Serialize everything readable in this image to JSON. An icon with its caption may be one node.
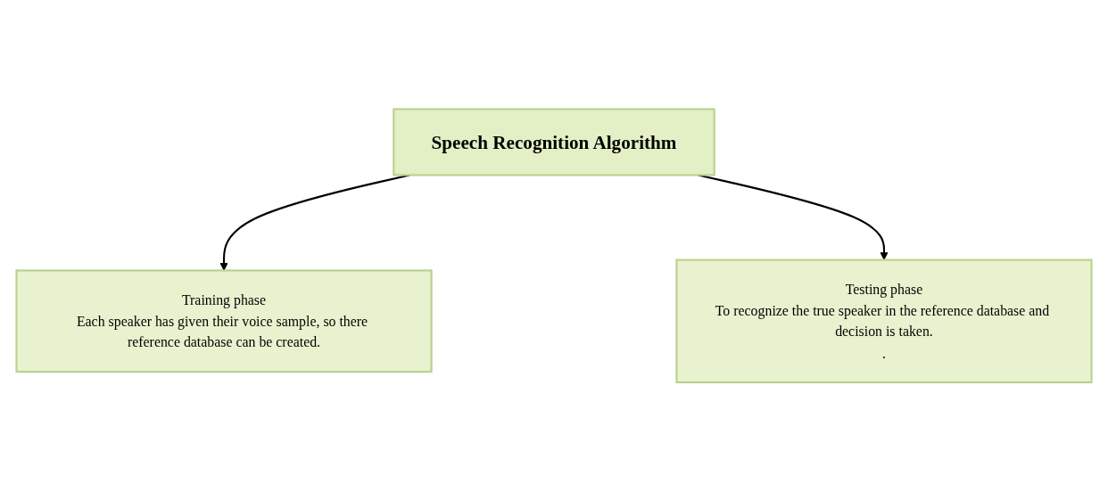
{
  "diagram": {
    "nodes": [
      {
        "text": [
          "Speech Recognition Algorithm"
        ]
      },
      {
        "text": [
          "Training phase",
          "Each speaker has given their voice sample, so there reference database can be created."
        ]
      },
      {
        "text": [
          "Testing phase",
          "To recognize the true speaker in the reference database and decision is taken.",
          "."
        ]
      }
    ],
    "edges": [
      {
        "from": 0,
        "to": 1,
        "arrow": "to"
      },
      {
        "from": 0,
        "to": 2,
        "arrow": "to"
      }
    ]
  }
}
